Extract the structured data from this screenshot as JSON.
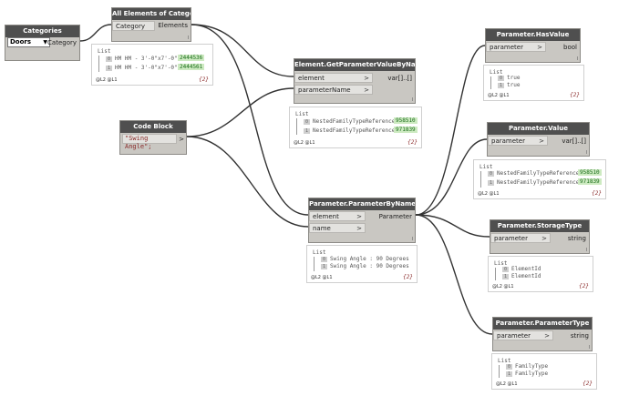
{
  "nodes": {
    "categories": {
      "title": "Categories",
      "dropdown_value": "Doors",
      "output": "Category"
    },
    "all_elements": {
      "title": "All Elements of Category",
      "input": "Category",
      "output": "Elements"
    },
    "get_param": {
      "title": "Element.GetParameterValueByName",
      "inputs": [
        "element",
        "parameterName"
      ],
      "output": "var[]..[]"
    },
    "code_block": {
      "title": "Code Block",
      "code": "\"Swing Angle\";",
      "output": ">"
    },
    "param_by_name": {
      "title": "Parameter.ParameterByName",
      "inputs": [
        "element",
        "name"
      ],
      "output": "Parameter"
    },
    "has_value": {
      "title": "Parameter.HasValue",
      "input": "parameter",
      "output": "bool"
    },
    "value": {
      "title": "Parameter.Value",
      "input": "parameter",
      "output": "var[]..[]"
    },
    "storage_type": {
      "title": "Parameter.StorageType",
      "input": "parameter",
      "output": "string"
    },
    "parameter_type": {
      "title": "Parameter.ParameterType",
      "input": "parameter",
      "output": "string"
    }
  },
  "previews": {
    "all_elements": {
      "list_label": "List",
      "rows": [
        {
          "idx": "0",
          "text": "HM HM - 3'-0\"x7'-0\"",
          "id": "2444536"
        },
        {
          "idx": "1",
          "text": "HM HM - 3'-0\"x7'-0\"",
          "id": "2444561"
        }
      ],
      "levels": "@L2 @L1",
      "count": "{2}"
    },
    "get_param": {
      "list_label": "List",
      "rows": [
        {
          "idx": "0",
          "text": "NestedFamilyTypeReference",
          "id": "958510"
        },
        {
          "idx": "1",
          "text": "NestedFamilyTypeReference",
          "id": "971839"
        }
      ],
      "levels": "@L2 @L1",
      "count": "{2}"
    },
    "param_by_name": {
      "list_label": "List",
      "rows": [
        {
          "idx": "0",
          "text": "Swing Angle : 90 Degrees"
        },
        {
          "idx": "1",
          "text": "Swing Angle : 90 Degrees"
        }
      ],
      "levels": "@L2 @L1",
      "count": "{2}"
    },
    "has_value": {
      "list_label": "List",
      "rows": [
        {
          "idx": "0",
          "text": "true"
        },
        {
          "idx": "1",
          "text": "true"
        }
      ],
      "levels": "@L2 @L1",
      "count": "{2}"
    },
    "value": {
      "list_label": "List",
      "rows": [
        {
          "idx": "0",
          "text": "NestedFamilyTypeReference",
          "id": "958510"
        },
        {
          "idx": "1",
          "text": "NestedFamilyTypeReference",
          "id": "971839"
        }
      ],
      "levels": "@L2 @L1",
      "count": "{2}"
    },
    "storage_type": {
      "list_label": "List",
      "rows": [
        {
          "idx": "0",
          "text": "ElementId"
        },
        {
          "idx": "1",
          "text": "ElementId"
        }
      ],
      "levels": "@L2 @L1",
      "count": "{2}"
    },
    "parameter_type": {
      "list_label": "List",
      "rows": [
        {
          "idx": "0",
          "text": "FamilyType"
        },
        {
          "idx": "1",
          "text": "FamilyType"
        }
      ],
      "levels": "@L2 @L1",
      "count": "{2}"
    }
  },
  "lacing": "l",
  "colors": {
    "header": "#4f4f4f",
    "body": "#c9c7c2",
    "wire": "#333333",
    "id_bg": "#cdeac1",
    "count": "#8a2a2a"
  }
}
